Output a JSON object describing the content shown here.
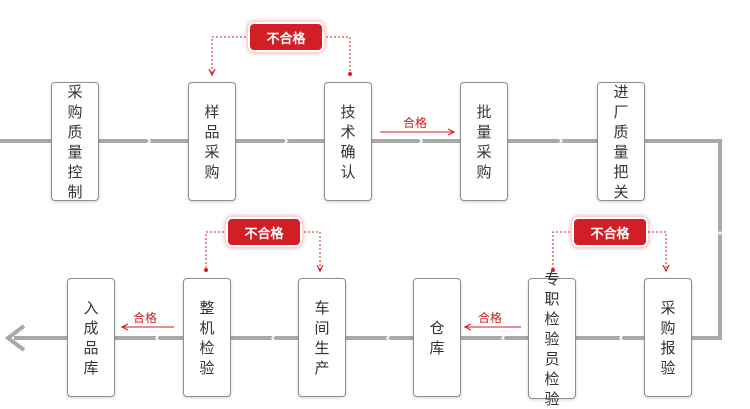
{
  "colors": {
    "flow_line": "#a9a9a9",
    "accent_red": "#d21f26",
    "box_border": "#8f8f8f",
    "text": "#333333"
  },
  "steps": {
    "purchase_quality_control": "采购质量控制",
    "sample_purchase": "样品采购",
    "technical_confirmation": "技术确认",
    "bulk_purchase": "批量采购",
    "incoming_quality_control": "进厂质量把关",
    "purchase_report_inspection": "采购报验",
    "inspector_inspection": "专职检验员检验",
    "warehouse": "仓库",
    "workshop_production": "车间生产",
    "machine_inspection": "整机检验",
    "storage": "入成品库"
  },
  "labels": {
    "fail_top": "不合格",
    "fail_right": "不合格",
    "fail_bottom": "不合格",
    "pass_tech_to_bulk": "合格",
    "pass_inspector_to_warehouse": "合格",
    "pass_machine_to_storage": "合格"
  }
}
